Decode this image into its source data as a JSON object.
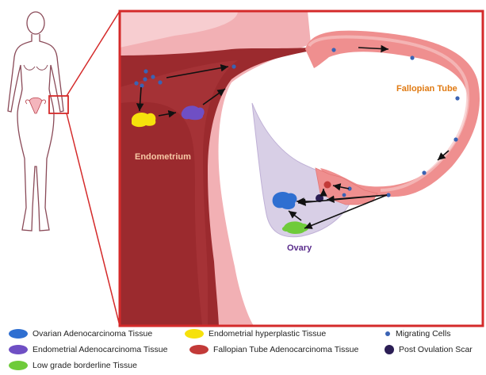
{
  "labels": {
    "endometrium": "Endometrium",
    "fallopian_tube": "Fallopian Tube",
    "ovary": "Ovary"
  },
  "colors": {
    "frame": "#d42a2a",
    "uterus_outer": "#f2b0b4",
    "endometrium": "#9b2a2e",
    "tube": "#ef8f8f",
    "ovary": "#d8cfe6",
    "label_orange": "#e07a12",
    "ovary_label": "#5a2d8c",
    "ovarian": "#2f6fd1",
    "endometrial_adeno": "#6f4fc4",
    "hyperplastic": "#f6e10c",
    "fallopian_adeno": "#c23a38",
    "low_grade": "#6fcb3b",
    "migrating": "#3a63b4",
    "scar": "#2b1e55"
  },
  "legend": [
    {
      "id": "ovarian",
      "label": "Ovarian Adenocarcinoma Tissue",
      "icon": "blob-blue-icon"
    },
    {
      "id": "hyperplastic",
      "label": "Endometrial hyperplastic Tissue",
      "icon": "blob-yellow-icon"
    },
    {
      "id": "migrating",
      "label": "Migrating Cells",
      "icon": "dot-blue-icon"
    },
    {
      "id": "endometrial_adeno",
      "label": "Endometrial Adenocarcinoma Tissue",
      "icon": "blob-purple-icon"
    },
    {
      "id": "fallopian_adeno",
      "label": "Fallopian Tube Adenocarcinoma Tissue",
      "icon": "blob-red-icon"
    },
    {
      "id": "scar",
      "label": "Post Ovulation Scar",
      "icon": "dot-dark-icon"
    },
    {
      "id": "low_grade",
      "label": "Low grade borderline Tissue",
      "icon": "blob-green-icon"
    }
  ]
}
